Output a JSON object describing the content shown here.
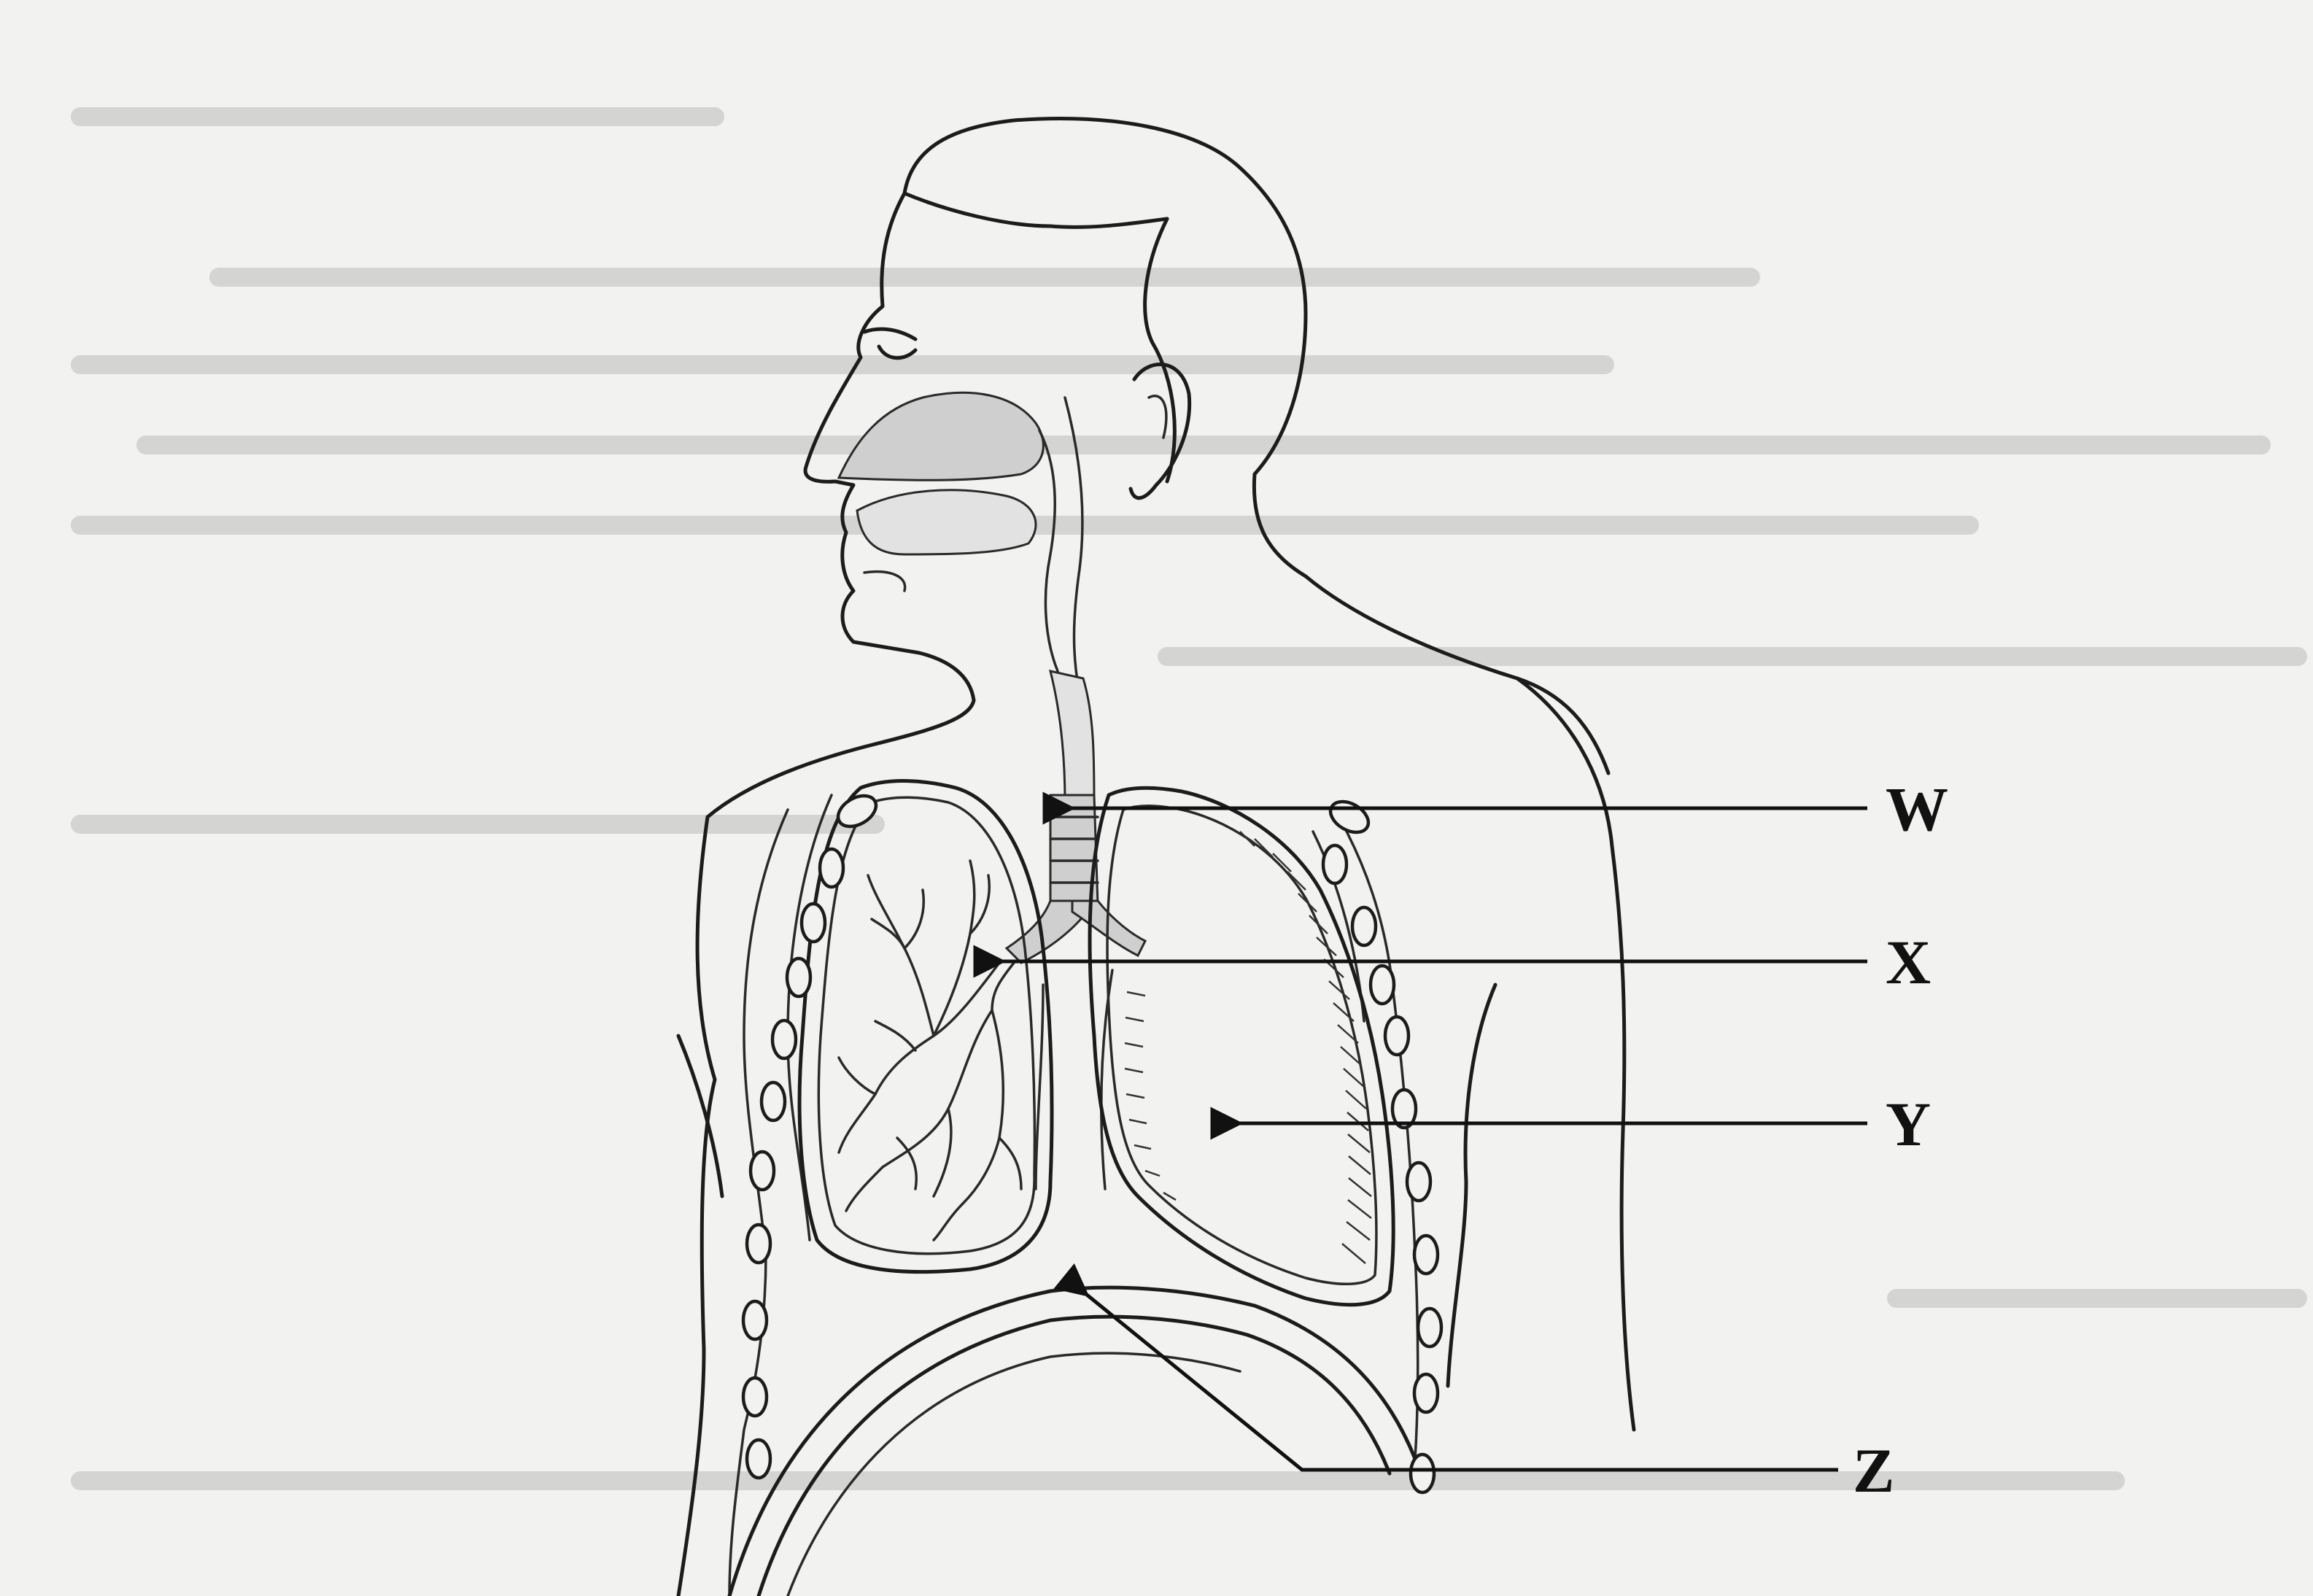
{
  "labels": {
    "w": "W",
    "x": "X",
    "y": "Y",
    "z": "Z"
  },
  "colors": {
    "line": "#1c1c1c",
    "background": "#f2f2f0",
    "shading": "#cfcfcf"
  }
}
